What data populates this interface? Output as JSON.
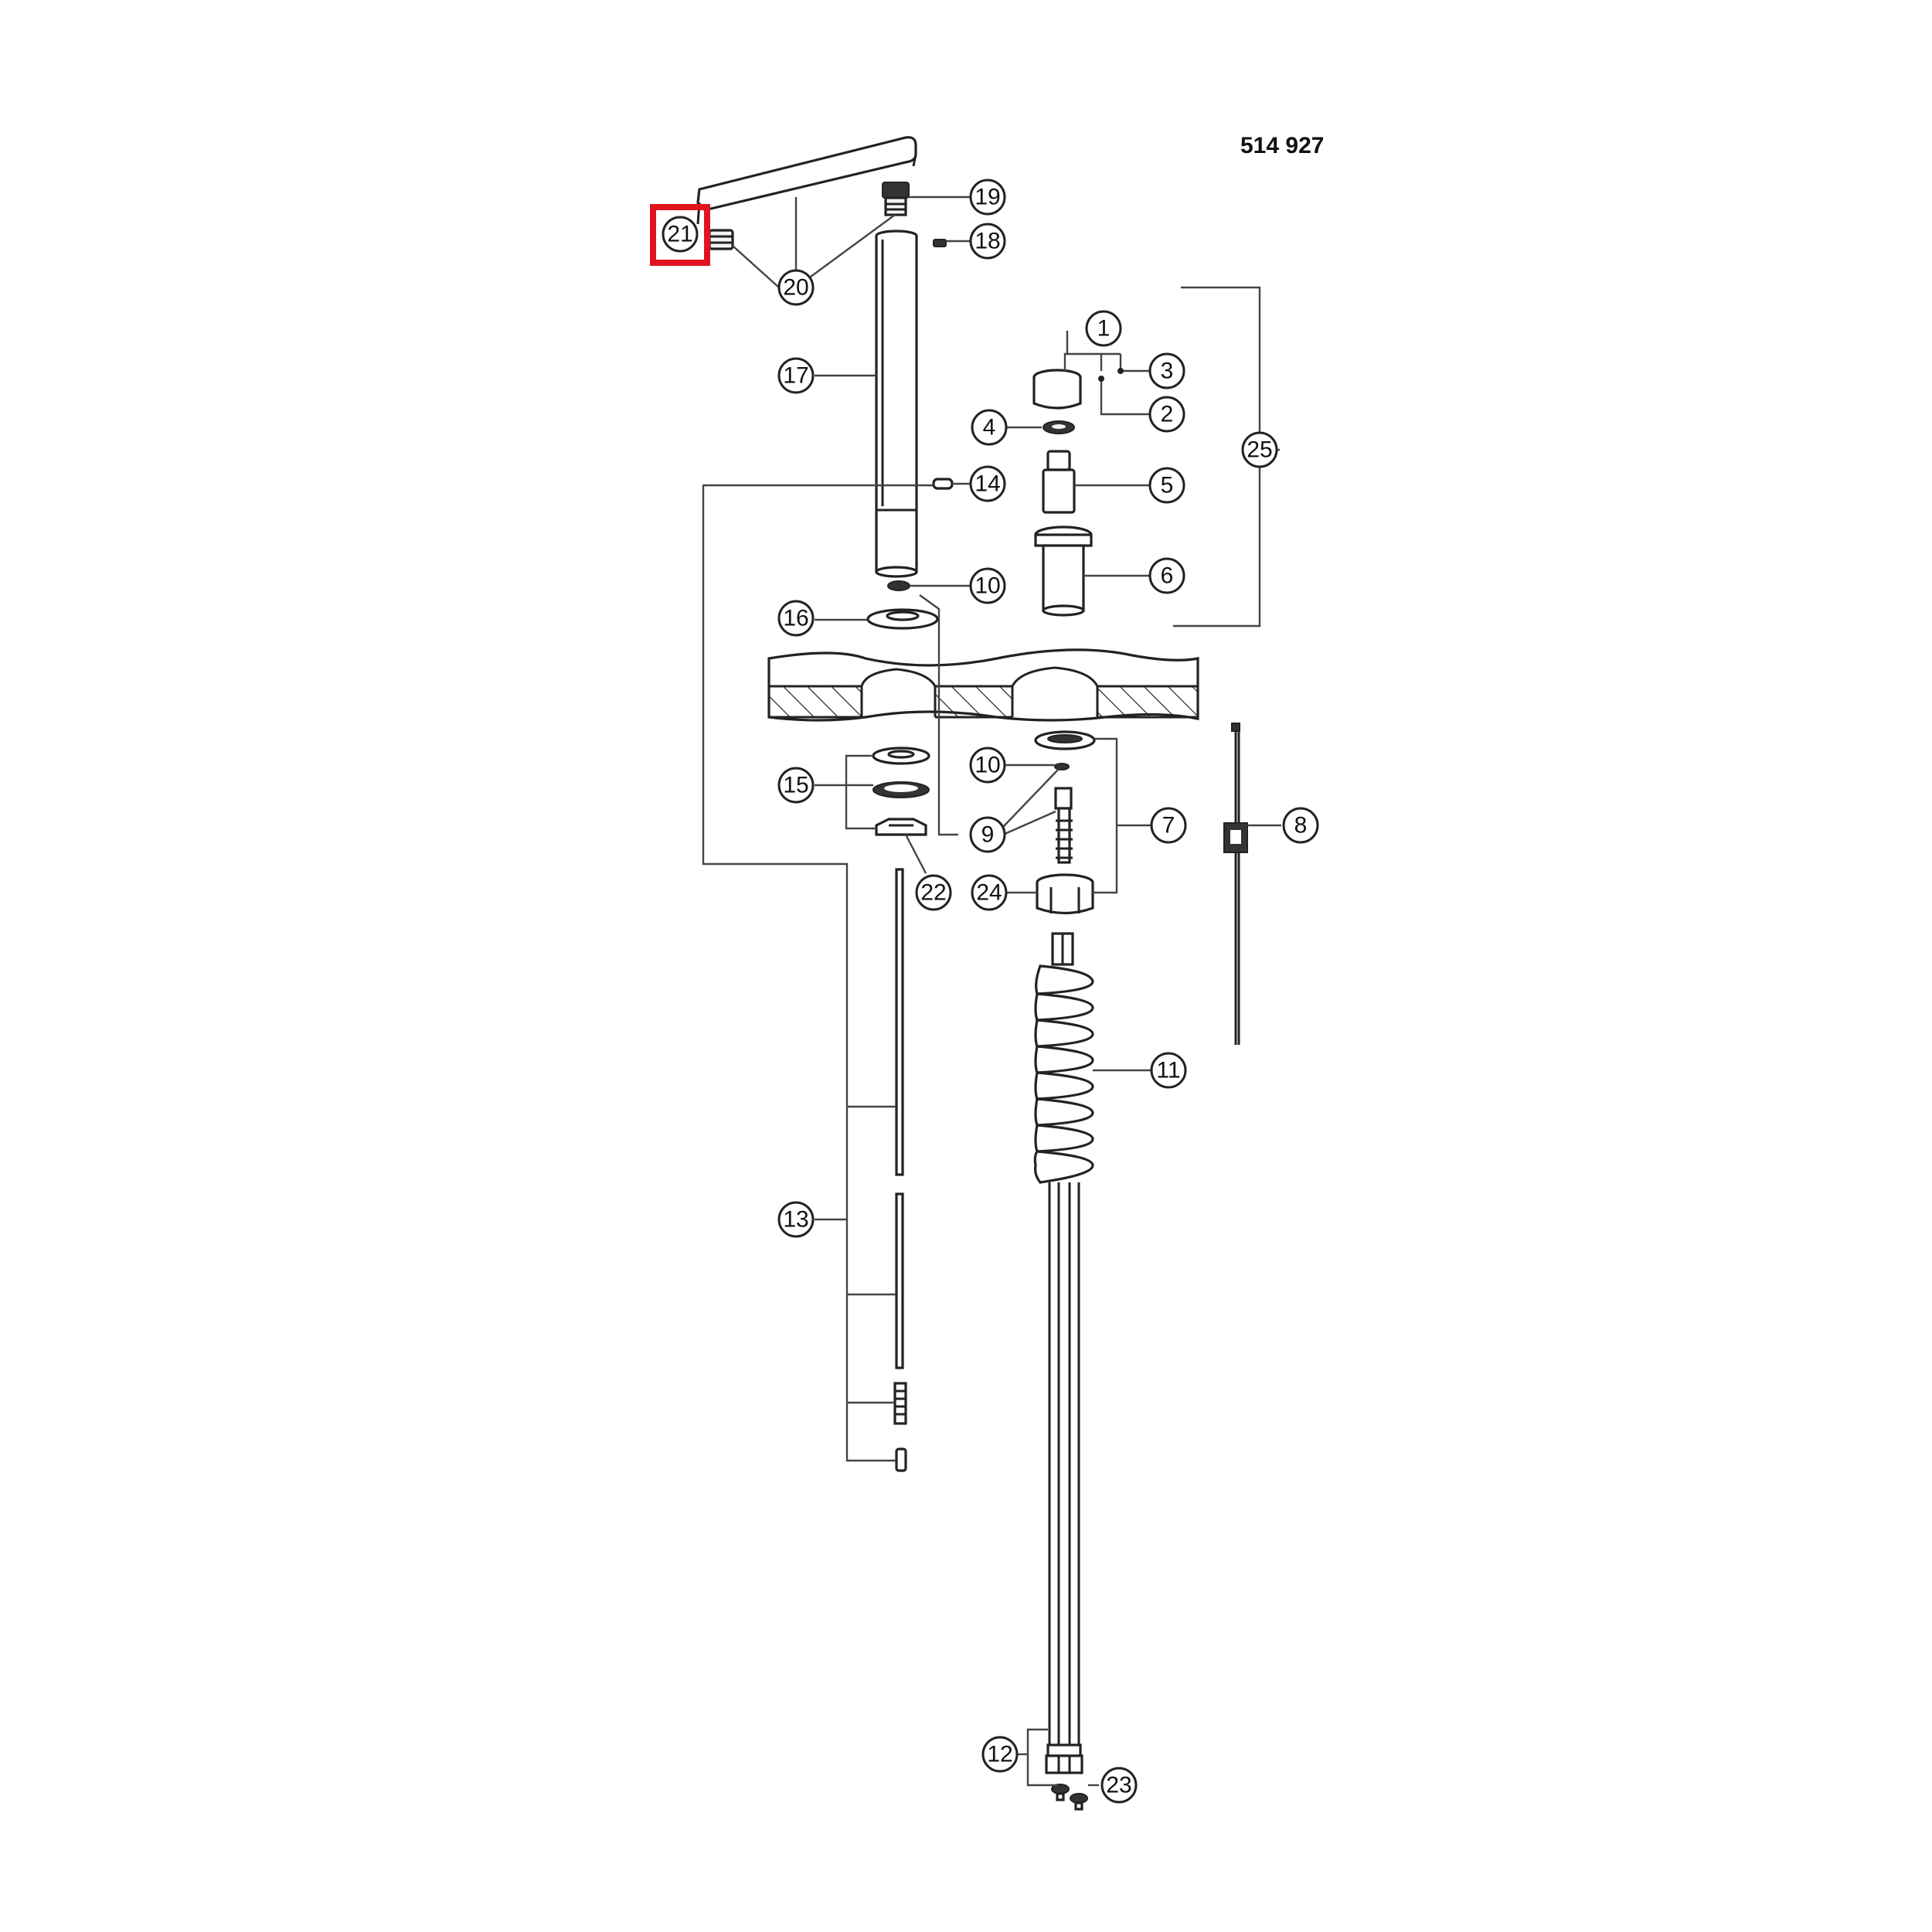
{
  "drawing": {
    "document_number": "514 927",
    "highlight_colour": "#e0141e",
    "highlighted_callout": "21"
  },
  "callouts": {
    "c1": "1",
    "c2": "2",
    "c3": "3",
    "c4": "4",
    "c5": "5",
    "c6": "6",
    "c7": "7",
    "c8": "8",
    "c9": "9",
    "c10a": "10",
    "c10b": "10",
    "c11": "11",
    "c12": "12",
    "c13": "13",
    "c14": "14",
    "c15": "15",
    "c16": "16",
    "c17": "17",
    "c18": "18",
    "c19": "19",
    "c20": "20",
    "c21": "21",
    "c22": "22",
    "c23": "23",
    "c24": "24",
    "c25": "25"
  }
}
